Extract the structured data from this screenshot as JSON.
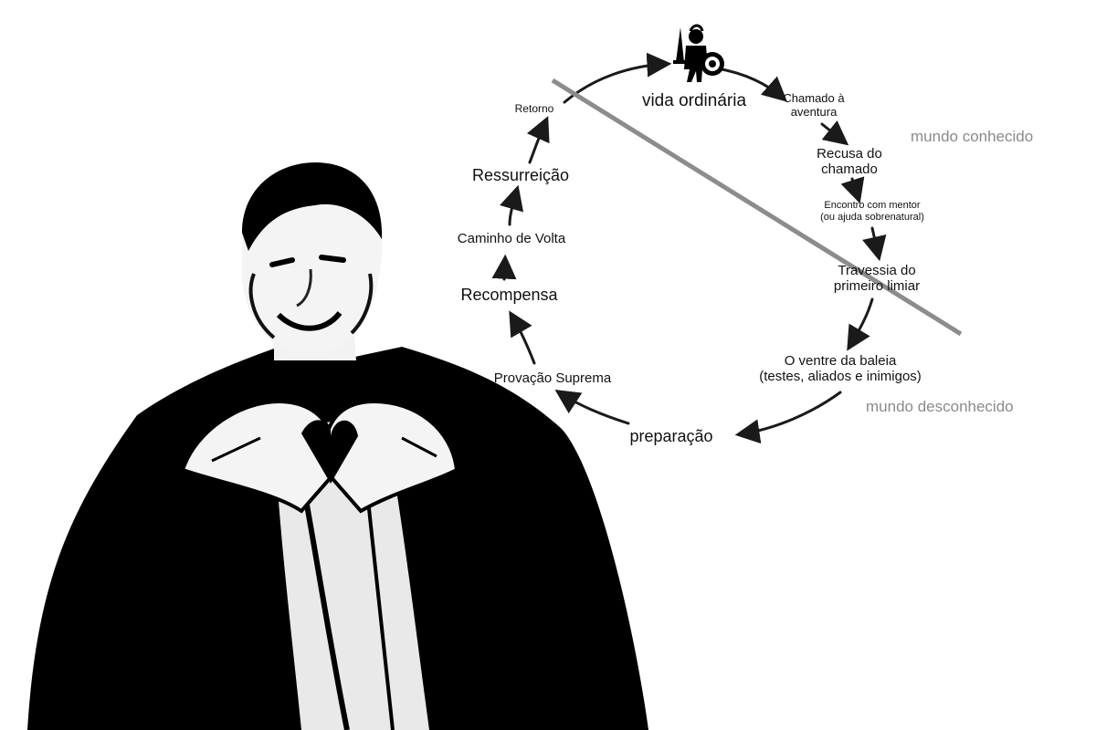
{
  "diagram": {
    "stages": {
      "vida_ordinaria": "vida ordinária",
      "chamado": "Chamado à\naventura",
      "recusa": "Recusa do\nchamado",
      "mentor": "Encontro com mentor\n(ou ajuda sobrenatural)",
      "travessia": "Travessia do\nprimeiro limiar",
      "ventre": "O ventre da baleia\n(testes, aliados e inimigos)",
      "preparacao": "preparação",
      "provacao": "Provação Suprema",
      "recompensa": "Recompensa",
      "caminho": "Caminho de Volta",
      "ressurreicao": "Ressurreição",
      "retorno": "Retorno"
    },
    "realms": {
      "known": "mundo conhecido",
      "unknown": "mundo desconhecido"
    }
  },
  "colors": {
    "text": "#111111",
    "arrow": "#1a1a1a",
    "divider": "#8c8c8c",
    "realm_text": "#8a8a8a",
    "photo_ink": "#000000"
  },
  "icons": [
    "warrior-icon",
    "sword-icon",
    "shield-icon"
  ]
}
